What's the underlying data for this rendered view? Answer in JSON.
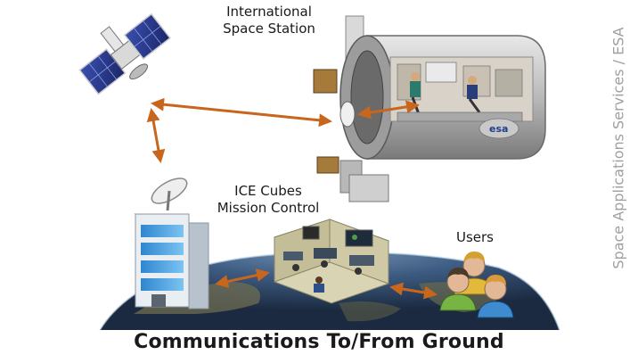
{
  "labels": {
    "iss_line1": "International",
    "iss_line2": "Space Station",
    "mc_line1": "ICE Cubes",
    "mc_line2": "Mission Control",
    "users": "Users"
  },
  "caption": "Communications To/From Ground",
  "credit": "Space Applications Services / ESA",
  "iss_logo": "esa",
  "colors": {
    "arrow": "#c8661e",
    "earth_ocean": "#2f4f78",
    "earth_land": "#6f6e52",
    "building_glass": "#4aa3e0"
  }
}
